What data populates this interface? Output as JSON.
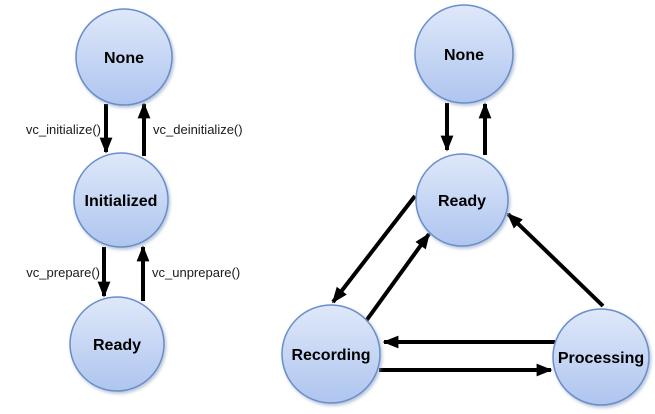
{
  "background": "#ffffff",
  "colors": {
    "node_fill_top": "#dfe8f9",
    "node_fill_bottom": "#aec5ef",
    "node_border": "#6a8ec9",
    "node_label_text": "#000000",
    "arrow": "#000000",
    "edge_label_text": "#1a1a1a"
  },
  "left_diagram": {
    "nodes": [
      {
        "label": "None"
      },
      {
        "label": "Initialized"
      },
      {
        "label": "Ready"
      }
    ],
    "transitions": [
      {
        "from": "None",
        "to": "Initialized",
        "label": "vc_initialize()"
      },
      {
        "from": "Initialized",
        "to": "None",
        "label": "vc_deinitialize()"
      },
      {
        "from": "Initialized",
        "to": "Ready",
        "label": "vc_prepare()"
      },
      {
        "from": "Ready",
        "to": "Initialized",
        "label": "vc_unprepare()"
      }
    ]
  },
  "right_diagram": {
    "nodes": [
      {
        "label": "None"
      },
      {
        "label": "Ready"
      },
      {
        "label": "Recording"
      },
      {
        "label": "Processing"
      }
    ],
    "transitions": [
      {
        "from": "None",
        "to": "Ready"
      },
      {
        "from": "Ready",
        "to": "None"
      },
      {
        "from": "Ready",
        "to": "Recording"
      },
      {
        "from": "Recording",
        "to": "Ready"
      },
      {
        "from": "Processing",
        "to": "Ready"
      },
      {
        "from": "Processing",
        "to": "Recording"
      },
      {
        "from": "Recording",
        "to": "Processing"
      }
    ]
  }
}
